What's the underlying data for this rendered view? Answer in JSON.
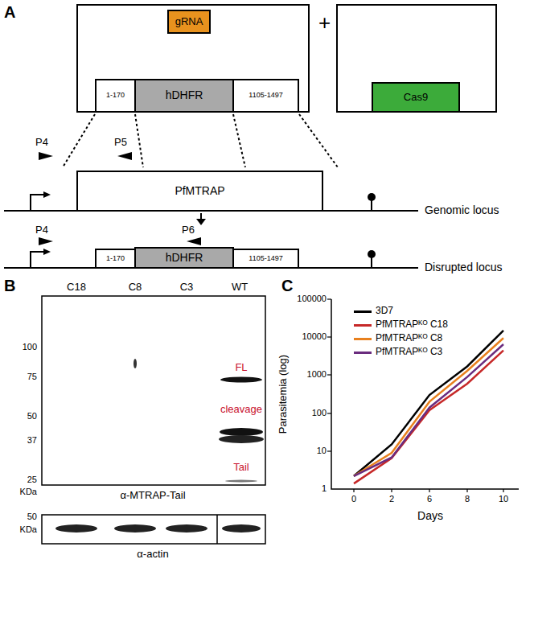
{
  "diagram": {
    "nodes": [
      {
        "text": []
      },
      {
        "text": [
          "gRNA"
        ],
        "in": 0
      },
      {
        "text": [
          "1-170"
        ],
        "in": 0
      },
      {
        "text": [
          "hDHFR"
        ],
        "in": 0
      },
      {
        "text": [
          "1105-1497"
        ],
        "in": 0
      },
      {
        "text": []
      },
      {
        "text": [
          "Cas9"
        ],
        "in": 5
      },
      {
        "text": [
          "PfMTRAP"
        ]
      },
      {
        "text": [
          "1-170"
        ]
      },
      {
        "text": [
          "hDHFR"
        ]
      },
      {
        "text": [
          "1105-1497"
        ]
      }
    ],
    "labels": [
      "A",
      "+",
      "P4",
      "P5",
      "Genomic locus",
      "P4",
      "P6",
      "Disrupted locus",
      "B",
      "C18",
      "C8",
      "C3",
      "WT",
      "100",
      "75",
      "50",
      "37",
      "25",
      "KDa",
      "FL",
      "cleavage",
      "Tail",
      "α-MTRAP-Tail",
      "50",
      "KDa",
      "α-actin",
      "C",
      "100000",
      "10000",
      "1000",
      "100",
      "10",
      "1",
      "0",
      "2",
      "6",
      "8",
      "10",
      "Days",
      "Parasitemia (log)"
    ],
    "legend": [
      {
        "text": "3D7",
        "color": "#000000"
      },
      {
        "text": "PfMTRAPᴷᴼ C18",
        "color": "#c62828"
      },
      {
        "text": "PfMTRAPᴷᴼ C8",
        "color": "#e8801e"
      },
      {
        "text": "PfMTRAPᴷᴼ C3",
        "color": "#6a2c7e"
      }
    ]
  }
}
